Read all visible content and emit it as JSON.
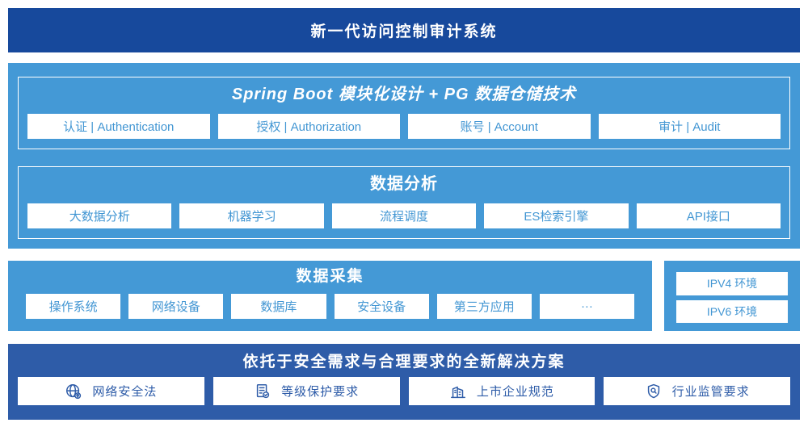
{
  "banner": {
    "title": "新一代访问控制审计系统"
  },
  "platform": {
    "modules": {
      "title": "Spring Boot 模块化设计 + PG 数据仓储技术",
      "items": [
        "认证 | Authentication",
        "授权 | Authorization",
        "账号 | Account",
        "审计 | Audit"
      ]
    },
    "analysis": {
      "title": "数据分析",
      "items": [
        "大数据分析",
        "机器学习",
        "流程调度",
        "ES检索引擎",
        "API接口"
      ]
    }
  },
  "collection": {
    "title": "数据采集",
    "items": [
      "操作系统",
      "网络设备",
      "数据库",
      "安全设备",
      "第三方应用",
      "···"
    ]
  },
  "environment": {
    "items": [
      "IPV4 环境",
      "IPV6 环境"
    ]
  },
  "solution": {
    "title": "依托于安全需求与合理要求的全新解决方案",
    "items": [
      {
        "icon": "globe-icon",
        "label": "网络安全法"
      },
      {
        "icon": "document-check-icon",
        "label": "等级保护要求"
      },
      {
        "icon": "building-icon",
        "label": "上市企业规范"
      },
      {
        "icon": "shield-search-icon",
        "label": "行业监管要求"
      }
    ]
  },
  "colors": {
    "banner_bg": "#17499c",
    "light_blue_bg": "#4499d6",
    "dark_blue_bg": "#2e5ca8",
    "chip_text_light_section": "#4296d3",
    "chip_text_dark_section": "#2e5ca8",
    "chip_bg": "#ffffff"
  }
}
